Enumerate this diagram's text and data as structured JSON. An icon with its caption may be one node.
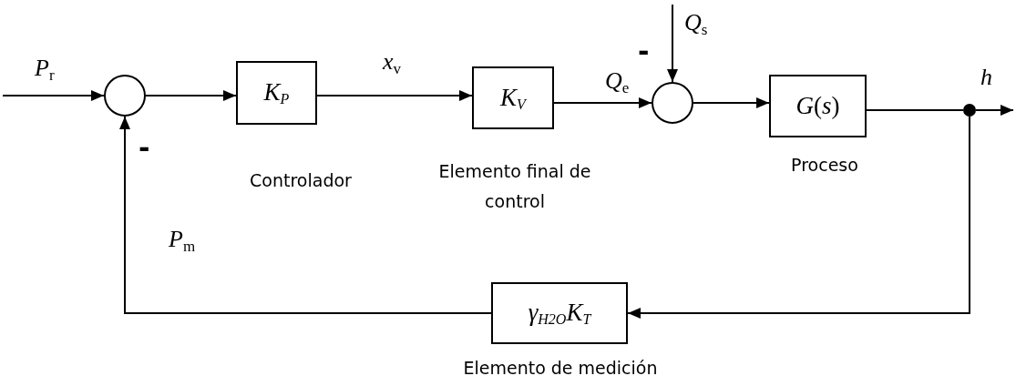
{
  "diagram": {
    "nodes": [
      {
        "text": [],
        "shape": "circle"
      },
      {
        "text": [
          "*K*$_{P}$"
        ],
        "beside": [
          "Controlador"
        ]
      },
      {
        "text": [
          "*K*$_{V}$"
        ],
        "beside": [
          "Elemento final de control"
        ]
      },
      {
        "text": [],
        "shape": "circle"
      },
      {
        "text": [
          "*G*(*s*)"
        ],
        "beside": [
          "Proceso"
        ]
      },
      {
        "text": [],
        "shape": "circle"
      },
      {
        "text": [
          "*γ*$_{H2O}$*K*$_{T}$"
        ],
        "beside": [
          "Elemento de medición"
        ]
      }
    ],
    "edges": [
      {
        "from": null,
        "to": 0,
        "arrow": "to",
        "label": "*P*$_{r}$"
      },
      {
        "from": 0,
        "to": 1,
        "arrow": "to"
      },
      {
        "from": 1,
        "to": 2,
        "arrow": "to",
        "label": "*x*$_{v}$"
      },
      {
        "from": 2,
        "to": 3,
        "arrow": "to",
        "label": "*Q*$_{e}$"
      },
      {
        "from": null,
        "to": 3,
        "arrow": "to",
        "label": "*Q*$_{s}$"
      },
      {
        "from": 3,
        "to": 4,
        "arrow": "to"
      },
      {
        "from": 4,
        "to": 5,
        "arrow": "none"
      },
      {
        "from": 5,
        "to": null,
        "arrow": "to",
        "label": "*h*"
      },
      {
        "from": 5,
        "to": 6,
        "arrow": "to"
      },
      {
        "from": 6,
        "to": 0,
        "arrow": "to",
        "label": "*P*$_{m}$"
      }
    ],
    "labels": [
      "-",
      "-"
    ]
  }
}
